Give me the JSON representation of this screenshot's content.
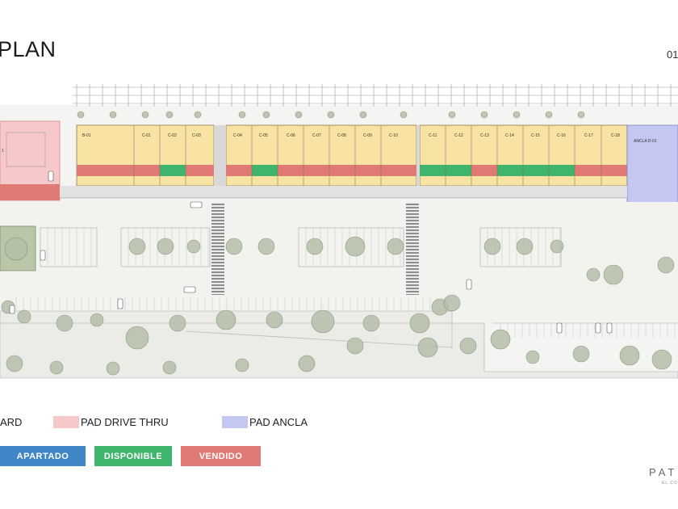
{
  "page": {
    "title": "PLAN",
    "page_number": "01",
    "brand": "PATI",
    "brand_sub": "EL CO"
  },
  "units": {
    "row1": [
      "B-01",
      "C-01",
      "C-02",
      "C-03",
      "C-04",
      "C-05",
      "C-06",
      "C-07",
      "C-08",
      "C-09",
      "C-10"
    ],
    "row2": [
      "C-11",
      "C-12",
      "C-13",
      "C-14",
      "C-15",
      "C-16",
      "C-17",
      "C-18"
    ],
    "anchor": "ANCLA D-01",
    "pad_unit": "1"
  },
  "legend": {
    "standard": "ARD",
    "pad_drive_thru": "PAD DRIVE THRU",
    "pad_ancla": "PAD ANCLA"
  },
  "status": {
    "apartado": "APARTADO",
    "disponible": "DISPONIBLE",
    "vendido": "VENDIDO"
  },
  "colors": {
    "standard_fill": "#f8e3a3",
    "drive_thru_fill": "#f6c8c9",
    "ancla_fill": "#c5c7f3",
    "apartado": "#3f86c6",
    "disponible": "#3fb46c",
    "vendido": "#e07a74"
  }
}
